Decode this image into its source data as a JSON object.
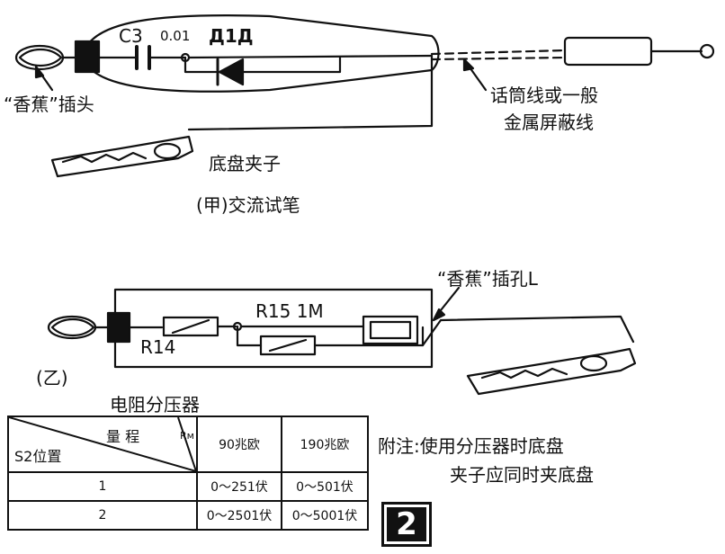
{
  "figure_a": {
    "cap_label": "C3",
    "cap_value": "0.01",
    "diode_label": "Д1Д",
    "banana_plug_label": "“香蕉”插头",
    "wire_label_line1": "话筒线或一般",
    "wire_label_line2": "金属屏蔽线",
    "clip_label": "底盘夹子",
    "caption": "(甲)交流试笔"
  },
  "figure_b": {
    "label": "(乙)",
    "r14_label": "R14",
    "r15_label": "R15 1M",
    "socket_label": "“香蕉”插孔L",
    "caption": "电阻分压器"
  },
  "table": {
    "corner_top": "量 程",
    "corner_rm": "Rм",
    "corner_left": "S2位置",
    "col1": "90兆欧",
    "col2": "190兆欧",
    "rows": [
      {
        "pos": "1",
        "v1": "0～251伏",
        "v2": "0～501伏"
      },
      {
        "pos": "2",
        "v1": "0～2501伏",
        "v2": "0～5001伏"
      }
    ]
  },
  "note": {
    "line1": "附注:使用分压器时底盘",
    "line2": "夹子应同时夹底盘"
  },
  "figure_number": "2"
}
